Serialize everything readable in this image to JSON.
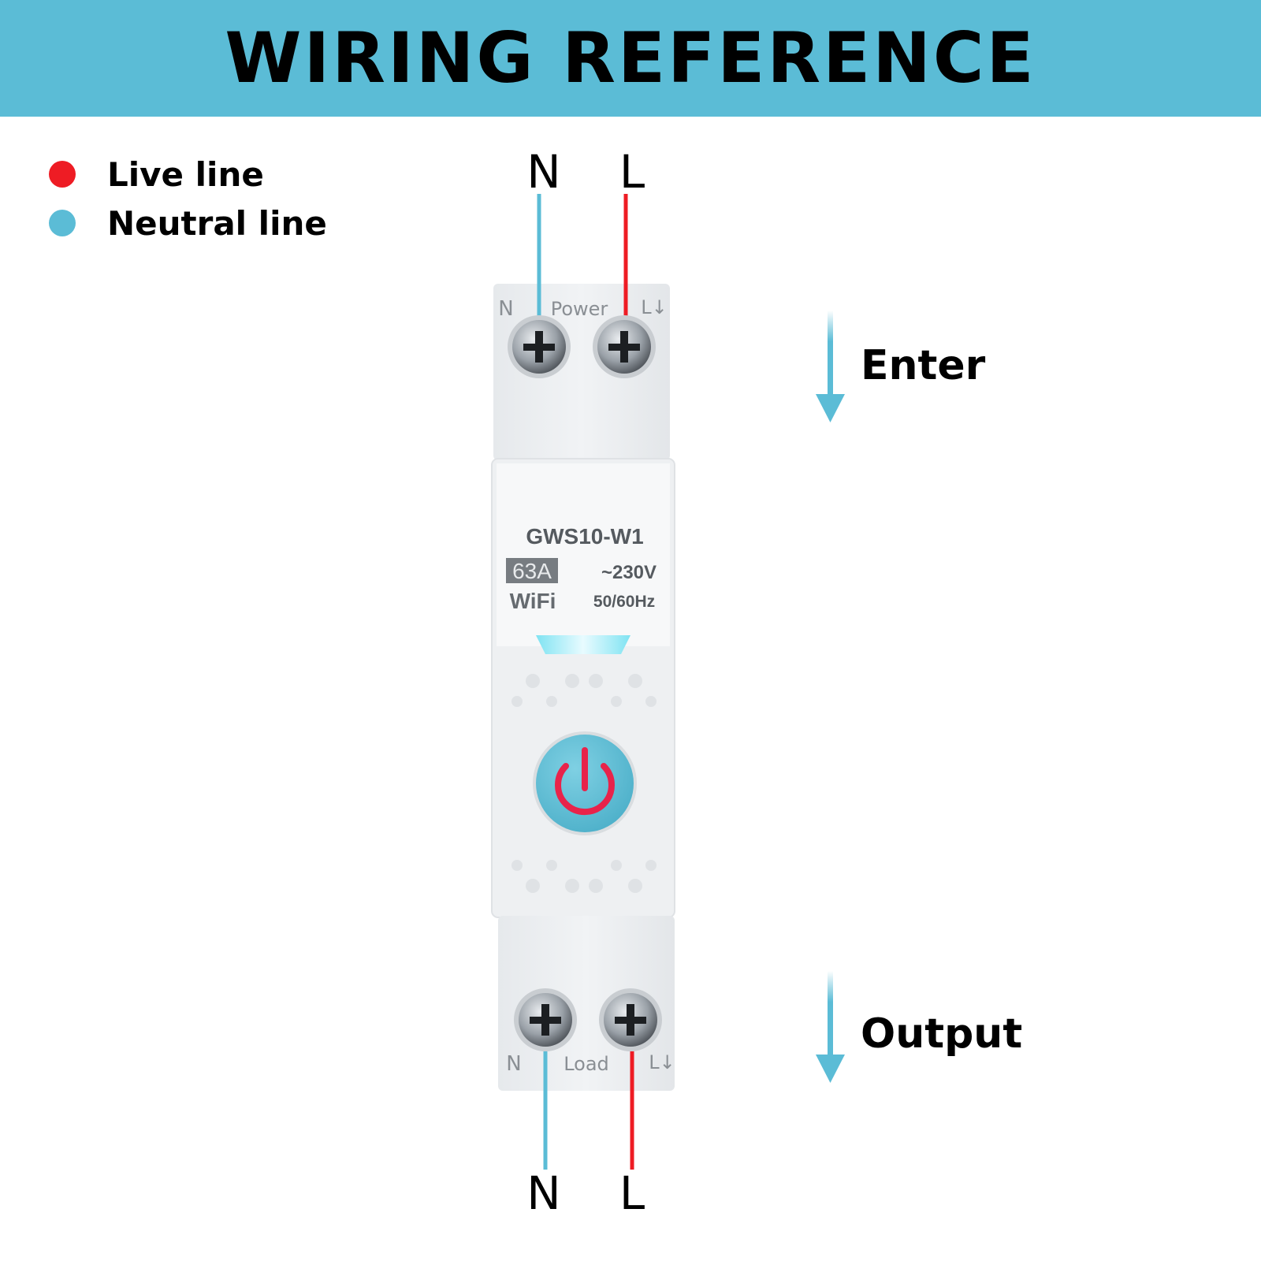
{
  "banner": {
    "title": "WIRING REFERENCE",
    "color": "#5bbcd6"
  },
  "legend": {
    "items": [
      {
        "label": "Live line",
        "color": "#ee1c24"
      },
      {
        "label": "Neutral line",
        "color": "#5bbcd6"
      }
    ]
  },
  "wires": {
    "top": {
      "neutral": "N",
      "live": "L"
    },
    "bottom": {
      "neutral": "N",
      "live": "L"
    }
  },
  "flow": {
    "input": "Enter",
    "output": "Output"
  },
  "device": {
    "model": "GWS10-W1",
    "rating": "63A",
    "voltage": "~230V",
    "connectivity": "WiFi",
    "frequency": "50/60Hz",
    "top_terminals": {
      "left": "N",
      "center": "Power",
      "right": "L↓"
    },
    "bottom_terminals": {
      "left": "N",
      "center": "Load",
      "right": "L↓"
    },
    "power_button": "power-icon"
  },
  "colors": {
    "live": "#ee1c24",
    "neutral": "#5bbcd6",
    "indicator": "#7fe3f2",
    "button": "#5bbcd6",
    "power_icon": "#e8234a"
  }
}
